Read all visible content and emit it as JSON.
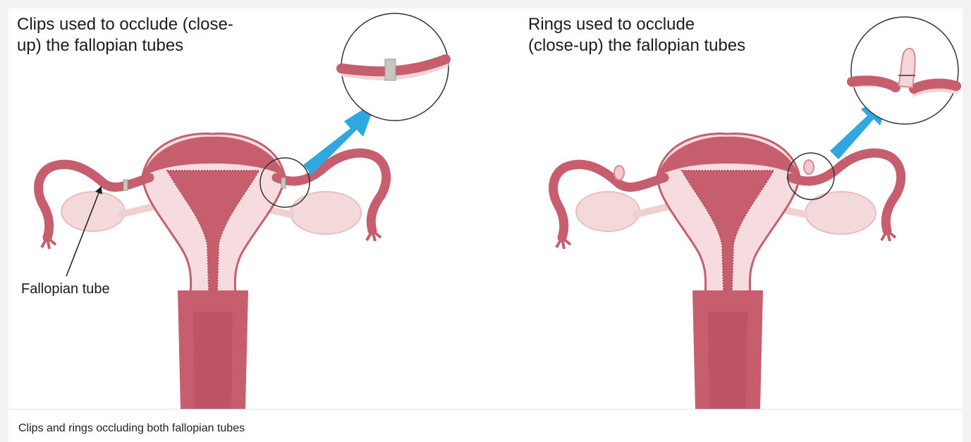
{
  "left_panel": {
    "heading": "Clips used to occlude (close-\nup) the fallopian tubes",
    "label": "Fallopian tube"
  },
  "right_panel": {
    "heading": "Rings used to occlude\n(close-up) the fallopian tubes"
  },
  "caption": "Clips and rings occluding both fallopian tubes",
  "colors": {
    "tissue_dark": "#c75e6e",
    "tissue_mid": "#d98a95",
    "tissue_light": "#f2d3d6",
    "tissue_pale": "#f7e3e4",
    "ovary": "#f3d9da",
    "arrow": "#2fa7e0",
    "clip": "#c9c6c0"
  }
}
